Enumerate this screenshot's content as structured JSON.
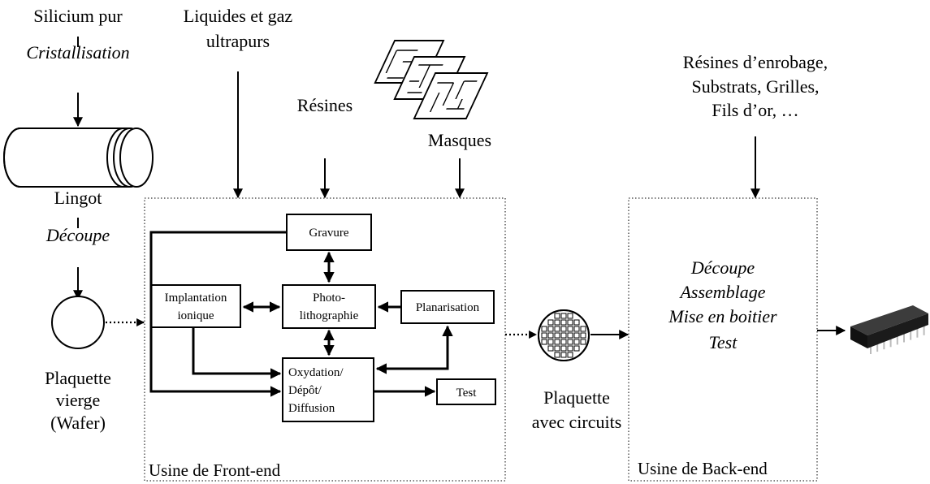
{
  "raw_material": {
    "silicon": "Silicium pur",
    "crystallization": "Cristallisation",
    "ingot": "Lingot",
    "cutting": "Découpe",
    "wafer_line1": "Plaquette",
    "wafer_line2": "vierge",
    "wafer_line3": "(Wafer)"
  },
  "inputs": {
    "liquids_line1": "Liquides et gaz",
    "liquids_line2": "ultrapurs",
    "resins": "Résines",
    "masks": "Masques",
    "backend_line1": "Résines d’enrobage,",
    "backend_line2": "Substrats, Grilles,",
    "backend_line3": "Fils d’or, …"
  },
  "front_end": {
    "label": "Usine de Front-end",
    "etching": "Gravure",
    "implant_line1": "Implantation",
    "implant_line2": "ionique",
    "photo_line1": "Photo-",
    "photo_line2": "lithographie",
    "planarization": "Planarisation",
    "oxidation_line1": "Oxydation/",
    "oxidation_line2": "Dépôt/",
    "oxidation_line3": "Diffusion",
    "test": "Test"
  },
  "processed_wafer": {
    "line1": "Plaquette",
    "line2": "avec circuits"
  },
  "back_end": {
    "label": "Usine de Back-end",
    "step1": "Découpe",
    "step2": "Assemblage",
    "step3": "Mise en boitier",
    "step4": "Test"
  }
}
